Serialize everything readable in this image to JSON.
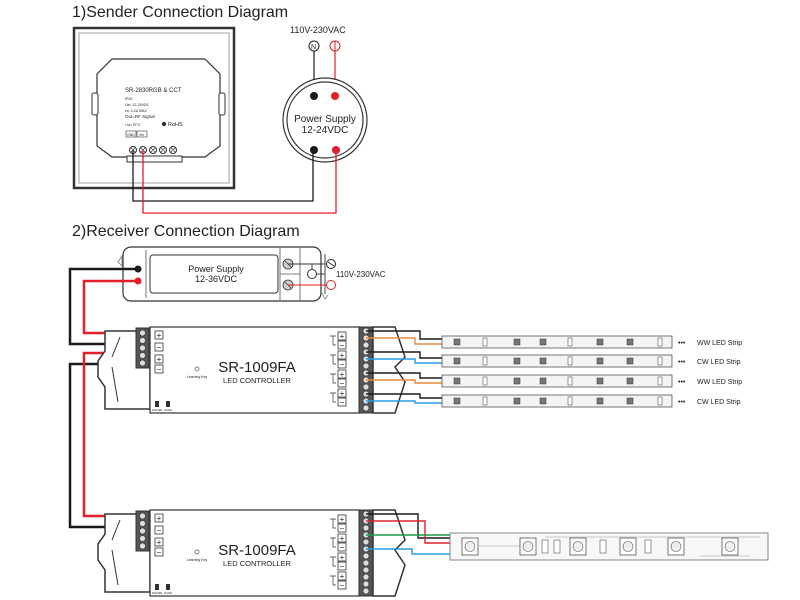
{
  "sender": {
    "title": "1)Sender Connection Diagram",
    "ac_label": "110V-230VAC",
    "neutral_symbol": "N",
    "live_symbol": "L",
    "power_supply": {
      "line1": "Power Supply",
      "line2": "12-24VDC"
    },
    "device": {
      "model": "SR-2830RGB & CCT",
      "spec_lines": [
        "IP20",
        "Uin: 12-24VDC",
        "Iin: 0.2A MAX",
        "Out=RF Signal"
      ],
      "temp": "• ta=75°C",
      "rohs": "RoHS",
      "terminal_gnd": "GND",
      "terminal_vin": "Vin"
    }
  },
  "receiver": {
    "title": "2)Receiver Connection Diagram",
    "ac_label": "110V-230VAC",
    "power_supply": {
      "line1": "Power Supply",
      "line2": "12-36VDC"
    },
    "controllers": [
      {
        "model": "SR-1009FA",
        "subtitle": "LED CONTROLLER",
        "learning_key": "Learning Key",
        "switch1": "MASTER",
        "switch2": "SLAVE"
      },
      {
        "model": "SR-1009FA",
        "subtitle": "LED CONTROLLER",
        "learning_key": "Learning Key",
        "switch1": "MASTER",
        "switch2": "SLAVE"
      }
    ],
    "strips": [
      {
        "label": "WW LED Strip",
        "wire_color": "#e98a3a"
      },
      {
        "label": "CW LED Strip",
        "wire_color": "#2a9be0"
      },
      {
        "label": "WW LED Strip",
        "wire_color": "#e98a3a"
      },
      {
        "label": "CW LED Strip",
        "wire_color": "#2a9be0"
      }
    ],
    "ellipsis": "•••",
    "rgb_wire_colors": [
      "#1a1a1a",
      "#e0202a",
      "#1f9a4a",
      "#2a9be0"
    ]
  },
  "colors": {
    "black_wire": "#1a1a1a",
    "red_wire": "#e0202a"
  }
}
